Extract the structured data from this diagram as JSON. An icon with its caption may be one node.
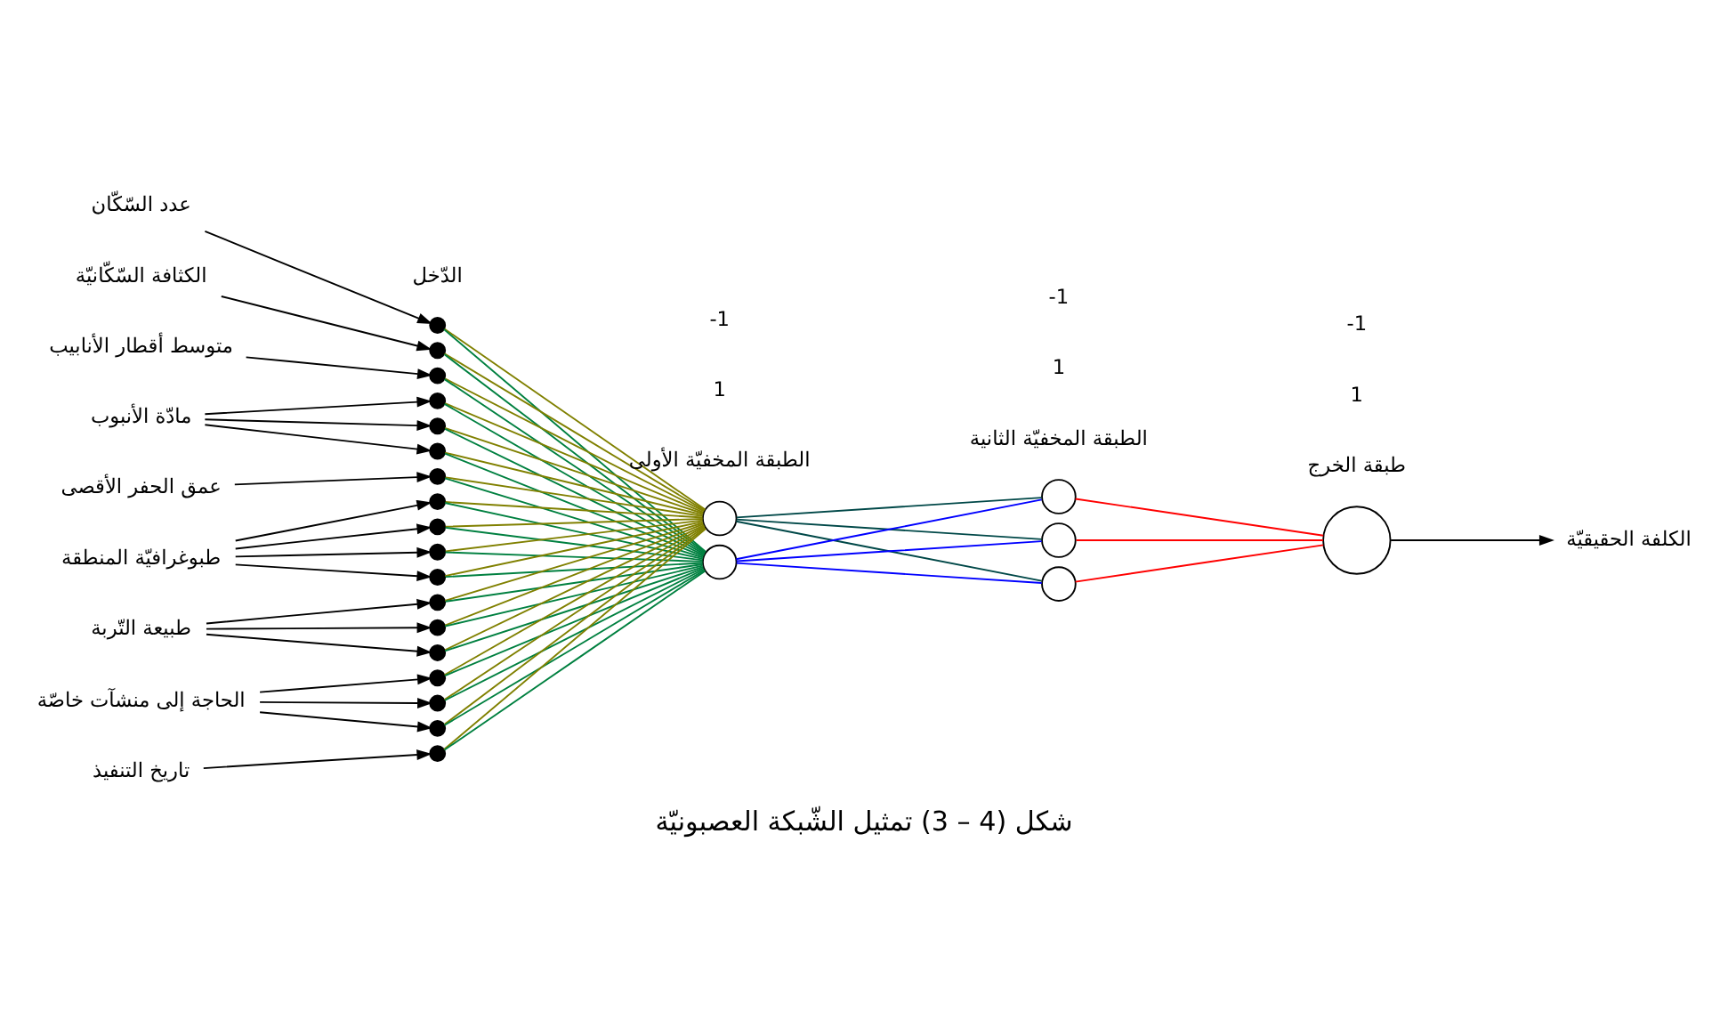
{
  "diagram": {
    "caption": "شكل (4 – 3) تمثيل الشّبكة العصبونيّة",
    "nodes": [
      {
        "text": [
          "عدد السّكّان"
        ]
      },
      {
        "text": [
          "الكثافة السّكّانيّة"
        ]
      },
      {
        "text": [
          "متوسط أقطار الأنابيب"
        ]
      },
      {
        "text": [
          "مادّة الأنبوب"
        ]
      },
      {
        "text": [
          "عمق الحفر الأقصى"
        ]
      },
      {
        "text": [
          "طبوغرافيّة المنطقة"
        ]
      },
      {
        "text": [
          "طبيعة التّربة"
        ]
      },
      {
        "text": [
          "الحاجة إلى منشآت خاصّة"
        ]
      },
      {
        "text": [
          "تاريخ التنفيذ"
        ]
      },
      {
        "text": [],
        "shape": "circle"
      },
      {
        "text": [],
        "shape": "circle"
      },
      {
        "text": [],
        "shape": "circle"
      },
      {
        "text": [],
        "shape": "circle"
      },
      {
        "text": [],
        "shape": "circle"
      },
      {
        "text": [],
        "shape": "circle"
      },
      {
        "text": [],
        "shape": "circle"
      },
      {
        "text": [],
        "shape": "circle"
      },
      {
        "text": [],
        "shape": "circle"
      },
      {
        "text": [],
        "shape": "circle"
      },
      {
        "text": [],
        "shape": "circle"
      },
      {
        "text": [],
        "shape": "circle"
      },
      {
        "text": [],
        "shape": "circle"
      },
      {
        "text": [],
        "shape": "circle"
      },
      {
        "text": [],
        "shape": "circle"
      },
      {
        "text": [],
        "shape": "circle"
      },
      {
        "text": [],
        "shape": "circle"
      },
      {
        "text": [],
        "shape": "circle"
      },
      {
        "text": [],
        "shape": "circle"
      },
      {
        "text": [],
        "shape": "circle"
      },
      {
        "text": [],
        "shape": "circle"
      },
      {
        "text": [],
        "shape": "circle"
      },
      {
        "text": [],
        "shape": "circle"
      },
      {
        "text": [],
        "shape": "circle"
      },
      {
        "text": [
          "الكلفة الحقيقيّة"
        ]
      }
    ],
    "edges": [
      {
        "from": 0,
        "to": 9,
        "arrow": "to"
      },
      {
        "from": 1,
        "to": 10,
        "arrow": "to"
      },
      {
        "from": 2,
        "to": 11,
        "arrow": "to"
      },
      {
        "from": 3,
        "to": 12,
        "arrow": "to"
      },
      {
        "from": 3,
        "to": 13,
        "arrow": "to"
      },
      {
        "from": 3,
        "to": 14,
        "arrow": "to"
      },
      {
        "from": 4,
        "to": 15,
        "arrow": "to"
      },
      {
        "from": 5,
        "to": 16,
        "arrow": "to"
      },
      {
        "from": 5,
        "to": 17,
        "arrow": "to"
      },
      {
        "from": 5,
        "to": 18,
        "arrow": "to"
      },
      {
        "from": 5,
        "to": 19,
        "arrow": "to"
      },
      {
        "from": 6,
        "to": 20,
        "arrow": "to"
      },
      {
        "from": 6,
        "to": 21,
        "arrow": "to"
      },
      {
        "from": 6,
        "to": 22,
        "arrow": "to"
      },
      {
        "from": 7,
        "to": 23,
        "arrow": "to"
      },
      {
        "from": 7,
        "to": 24,
        "arrow": "to"
      },
      {
        "from": 7,
        "to": 25,
        "arrow": "to"
      },
      {
        "from": 8,
        "to": 26,
        "arrow": "to"
      },
      {
        "from": 9,
        "to": 27,
        "arrow": "none",
        "color": "#808000"
      },
      {
        "from": 9,
        "to": 28,
        "arrow": "none",
        "color": "#008040"
      },
      {
        "from": 10,
        "to": 27,
        "arrow": "none",
        "color": "#808000"
      },
      {
        "from": 10,
        "to": 28,
        "arrow": "none",
        "color": "#008040"
      },
      {
        "from": 11,
        "to": 27,
        "arrow": "none",
        "color": "#808000"
      },
      {
        "from": 11,
        "to": 28,
        "arrow": "none",
        "color": "#008040"
      },
      {
        "from": 12,
        "to": 27,
        "arrow": "none",
        "color": "#808000"
      },
      {
        "from": 12,
        "to": 28,
        "arrow": "none",
        "color": "#008040"
      },
      {
        "from": 13,
        "to": 27,
        "arrow": "none",
        "color": "#808000"
      },
      {
        "from": 13,
        "to": 28,
        "arrow": "none",
        "color": "#008040"
      },
      {
        "from": 14,
        "to": 27,
        "arrow": "none",
        "color": "#808000"
      },
      {
        "from": 14,
        "to": 28,
        "arrow": "none",
        "color": "#008040"
      },
      {
        "from": 15,
        "to": 27,
        "arrow": "none",
        "color": "#808000"
      },
      {
        "from": 15,
        "to": 28,
        "arrow": "none",
        "color": "#008040"
      },
      {
        "from": 16,
        "to": 27,
        "arrow": "none",
        "color": "#808000"
      },
      {
        "from": 16,
        "to": 28,
        "arrow": "none",
        "color": "#008040"
      },
      {
        "from": 17,
        "to": 27,
        "arrow": "none",
        "color": "#808000"
      },
      {
        "from": 17,
        "to": 28,
        "arrow": "none",
        "color": "#008040"
      },
      {
        "from": 18,
        "to": 27,
        "arrow": "none",
        "color": "#808000"
      },
      {
        "from": 18,
        "to": 28,
        "arrow": "none",
        "color": "#008040"
      },
      {
        "from": 19,
        "to": 27,
        "arrow": "none",
        "color": "#808000"
      },
      {
        "from": 19,
        "to": 28,
        "arrow": "none",
        "color": "#008040"
      },
      {
        "from": 20,
        "to": 27,
        "arrow": "none",
        "color": "#808000"
      },
      {
        "from": 20,
        "to": 28,
        "arrow": "none",
        "color": "#008040"
      },
      {
        "from": 21,
        "to": 27,
        "arrow": "none",
        "color": "#808000"
      },
      {
        "from": 21,
        "to": 28,
        "arrow": "none",
        "color": "#008040"
      },
      {
        "from": 22,
        "to": 27,
        "arrow": "none",
        "color": "#808000"
      },
      {
        "from": 22,
        "to": 28,
        "arrow": "none",
        "color": "#008040"
      },
      {
        "from": 23,
        "to": 27,
        "arrow": "none",
        "color": "#808000"
      },
      {
        "from": 23,
        "to": 28,
        "arrow": "none",
        "color": "#008040"
      },
      {
        "from": 24,
        "to": 27,
        "arrow": "none",
        "color": "#808000"
      },
      {
        "from": 24,
        "to": 28,
        "arrow": "none",
        "color": "#008040"
      },
      {
        "from": 25,
        "to": 27,
        "arrow": "none",
        "color": "#808000"
      },
      {
        "from": 25,
        "to": 28,
        "arrow": "none",
        "color": "#008040"
      },
      {
        "from": 26,
        "to": 27,
        "arrow": "none",
        "color": "#808000"
      },
      {
        "from": 26,
        "to": 28,
        "arrow": "none",
        "color": "#008040"
      },
      {
        "from": 27,
        "to": 29,
        "arrow": "none",
        "color": "#004848"
      },
      {
        "from": 27,
        "to": 30,
        "arrow": "none",
        "color": "#004848"
      },
      {
        "from": 27,
        "to": 31,
        "arrow": "none",
        "color": "#004848"
      },
      {
        "from": 28,
        "to": 29,
        "arrow": "none",
        "color": "#0000ff"
      },
      {
        "from": 28,
        "to": 30,
        "arrow": "none",
        "color": "#0000ff"
      },
      {
        "from": 28,
        "to": 31,
        "arrow": "none",
        "color": "#0000ff"
      },
      {
        "from": 29,
        "to": 32,
        "arrow": "none",
        "color": "#ff0000"
      },
      {
        "from": 30,
        "to": 32,
        "arrow": "none",
        "color": "#ff0000"
      },
      {
        "from": 31,
        "to": 32,
        "arrow": "none",
        "color": "#ff0000"
      },
      {
        "from": 32,
        "to": 33,
        "arrow": "to"
      }
    ],
    "labels": [
      "الدّخل",
      "الطبقة المخفيّة الأولى",
      "الطبقة المخفيّة الثانية",
      "طبقة الخرج",
      "1",
      "-1",
      "1",
      "-1",
      "1",
      "-1"
    ]
  }
}
